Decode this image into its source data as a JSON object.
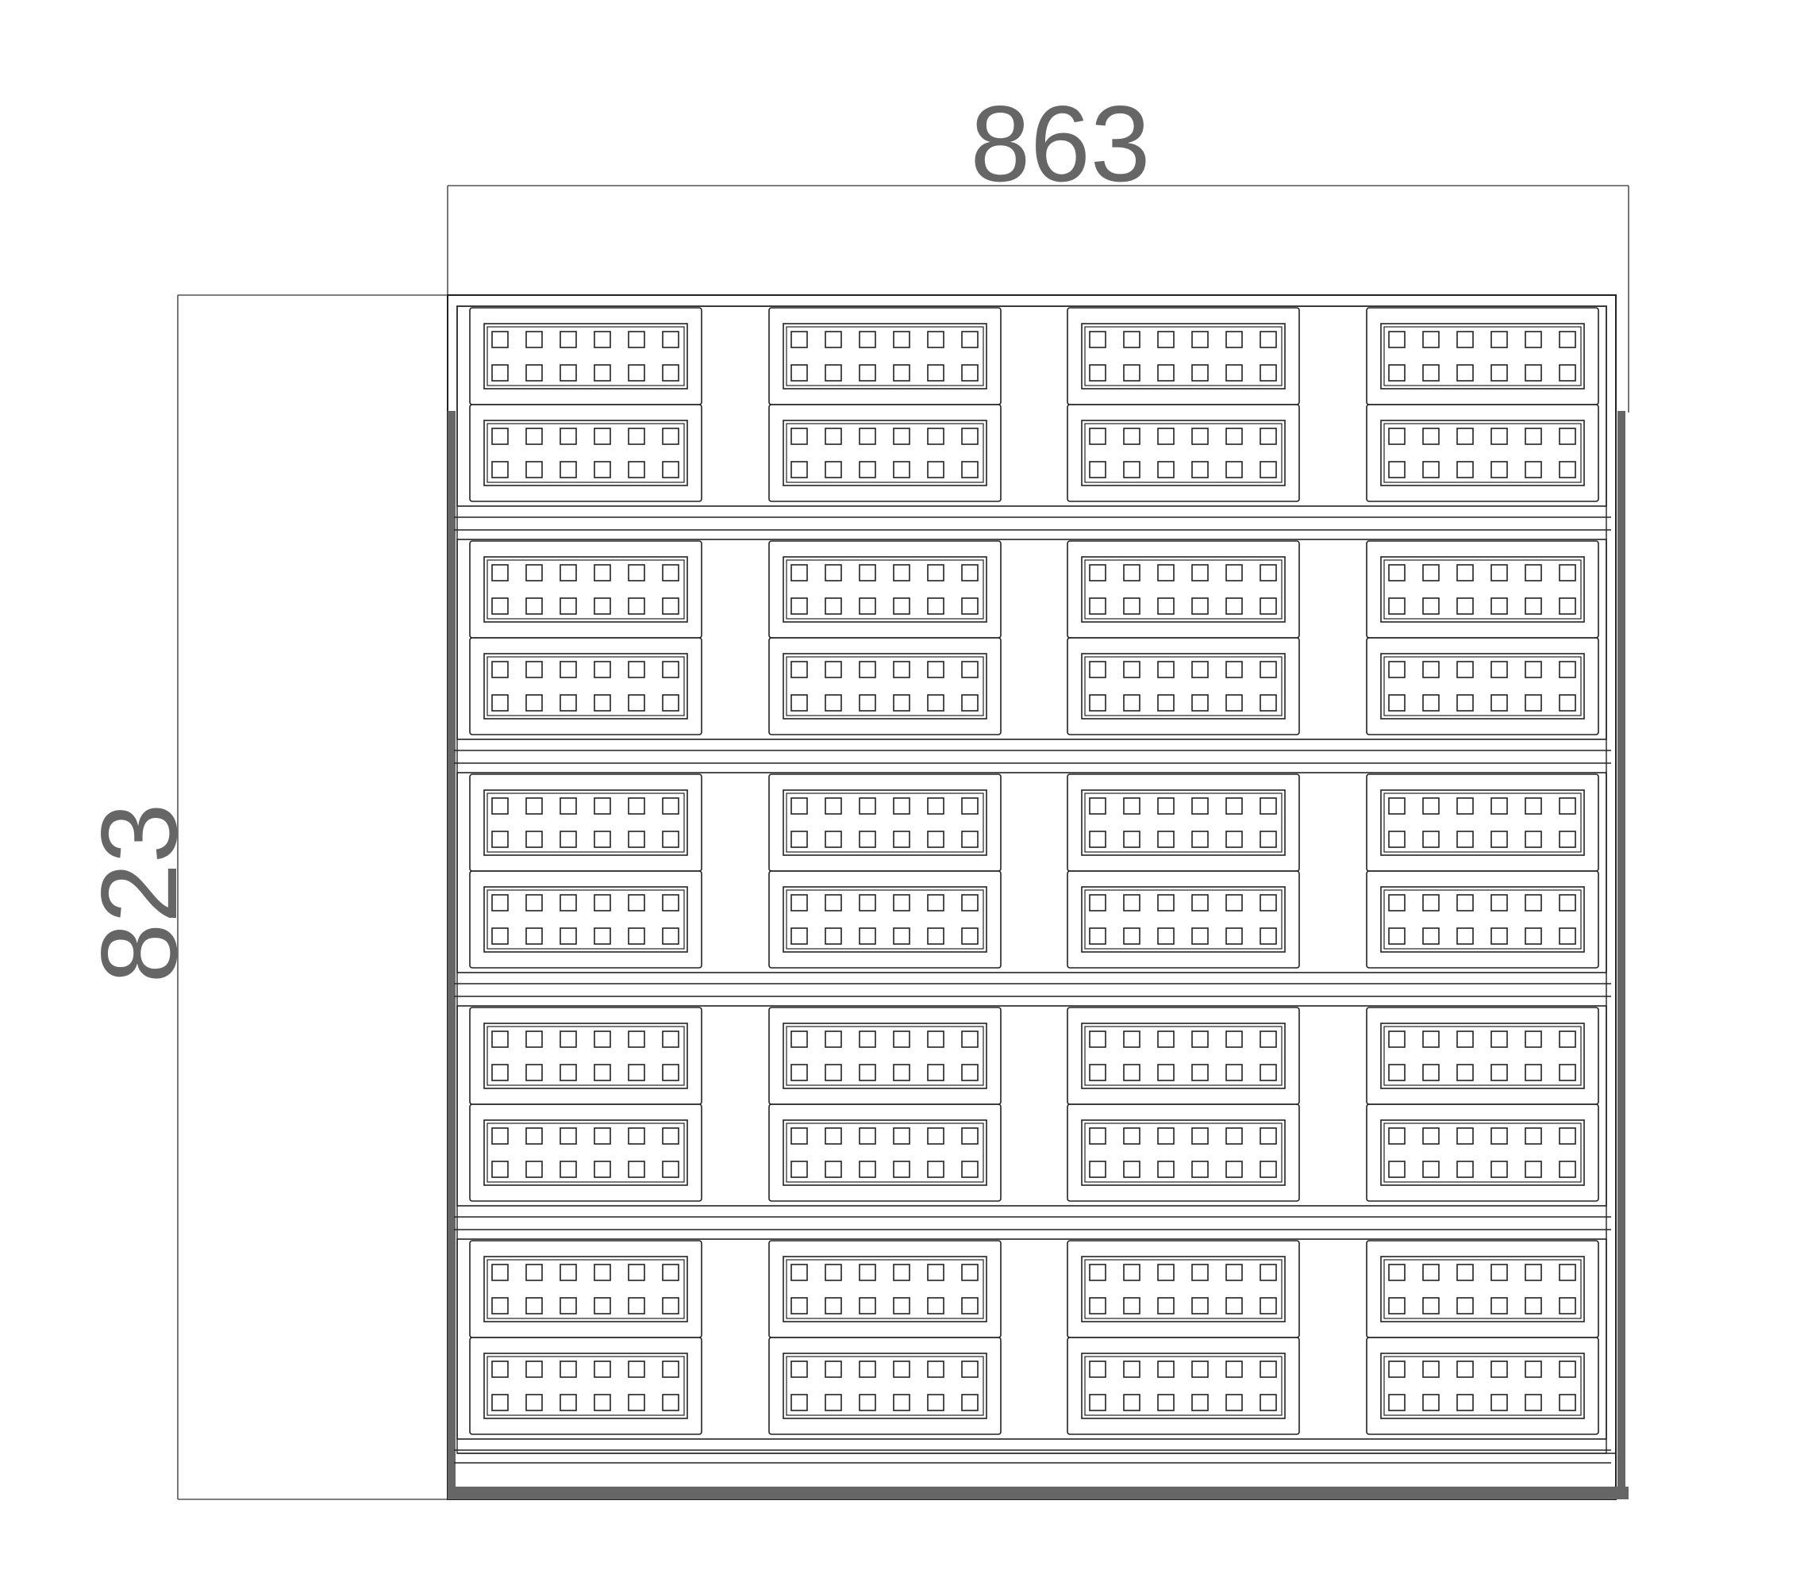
{
  "drawing": {
    "dimensions": {
      "width_label": "863",
      "height_label": "823"
    },
    "layout": {
      "shelf_rows": 5,
      "bottle_columns": 4,
      "cases_per_column": 2,
      "slot_rows_per_case": 2,
      "slot_columns_per_case": 6
    },
    "colors": {
      "line": "#222222",
      "dimension_line": "#555555",
      "label": "#666666",
      "frame_dark": "#666666"
    }
  }
}
